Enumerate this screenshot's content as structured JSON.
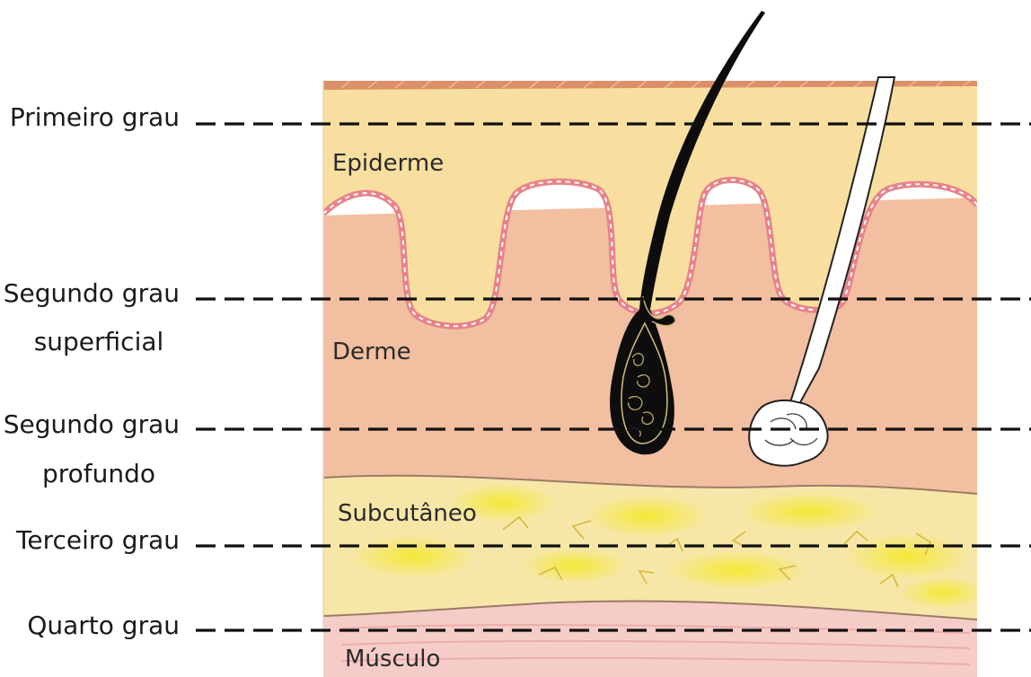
{
  "degrees": {
    "first": [
      "Primeiro  grau"
    ],
    "second_superficial": [
      "Segundo grau",
      "superficial"
    ],
    "second_deep": [
      "Segundo grau",
      "profundo"
    ],
    "third": [
      "Terceiro grau"
    ],
    "fourth": [
      "Quarto grau"
    ]
  },
  "layers": {
    "epidermis": "Epiderme",
    "dermis": "Derme",
    "subcutaneous": "Subcutâneo",
    "muscle": "Músculo"
  },
  "colors": {
    "epidermis": "#f8dfa0",
    "dermis": "#f2bfa0",
    "subcutaneous": "#f6e7a8",
    "fat": "#f2e640",
    "muscle": "#f5ccc8",
    "surface": "#dc8f68",
    "junction": "#e8828a",
    "dash": "#111111"
  }
}
